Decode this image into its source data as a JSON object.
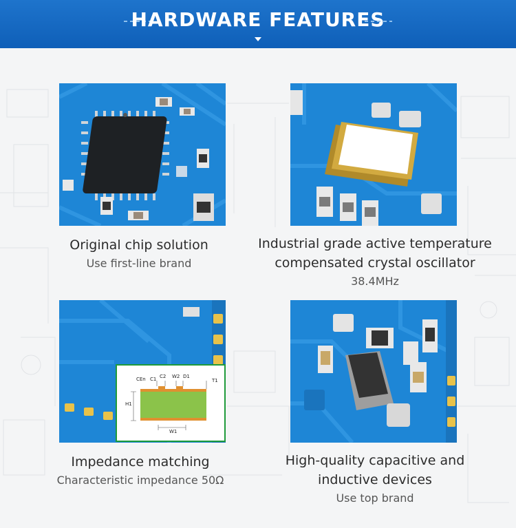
{
  "header": {
    "title": "HARDWARE FEATURES"
  },
  "features": [
    {
      "title": "Original chip solution",
      "subtitle": "Use first-line brand"
    },
    {
      "title_line1": "Industrial grade active temperature",
      "title_line2": "compensated crystal oscillator",
      "subtitle": "38.4MHz"
    },
    {
      "title": "Impedance matching",
      "subtitle": "Characteristic impedance 50Ω"
    },
    {
      "title_line1": "High-quality capacitive and",
      "title_line2": "inductive devices",
      "subtitle": "Use top brand"
    }
  ],
  "impedance_diagram": {
    "labels": {
      "cen": "CEn",
      "c1": "C1",
      "c2": "C2",
      "w2": "W2",
      "d1": "D1",
      "t1": "T1",
      "h1": "H1",
      "w1": "W1"
    }
  },
  "colors": {
    "header": "#1669c2",
    "pcb": "#1c7fd0",
    "diagram_border": "#1e9a3a"
  }
}
